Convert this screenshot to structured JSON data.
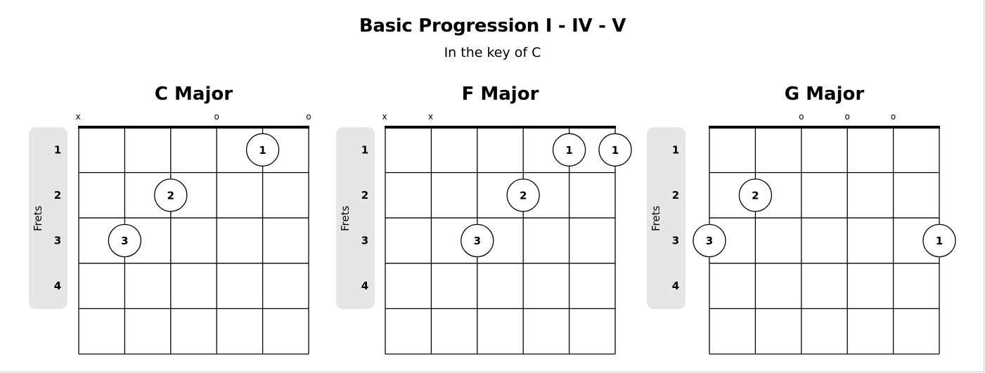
{
  "page": {
    "title": "Basic Progression I - IV - V",
    "subtitle": "In the key of C"
  },
  "colors": {
    "line": "#000000",
    "frets_panel": "#e6e6e6",
    "finger_fill": "#ffffff"
  },
  "frets_label": "Frets",
  "fret_numbers": [
    "1",
    "2",
    "3",
    "4"
  ],
  "chords": [
    {
      "name": "C Major",
      "string_markers": [
        {
          "string": 1,
          "symbol": "x"
        },
        {
          "string": 4,
          "symbol": "o"
        },
        {
          "string": 6,
          "symbol": "o"
        }
      ],
      "fingers": [
        {
          "string": 5,
          "fret": 1,
          "label": "1"
        },
        {
          "string": 3,
          "fret": 2,
          "label": "2"
        },
        {
          "string": 2,
          "fret": 3,
          "label": "3"
        }
      ]
    },
    {
      "name": "F Major",
      "string_markers": [
        {
          "string": 1,
          "symbol": "x"
        },
        {
          "string": 2,
          "symbol": "x"
        }
      ],
      "fingers": [
        {
          "string": 5,
          "fret": 1,
          "label": "1"
        },
        {
          "string": 6,
          "fret": 1,
          "label": "1"
        },
        {
          "string": 4,
          "fret": 2,
          "label": "2"
        },
        {
          "string": 3,
          "fret": 3,
          "label": "3"
        }
      ]
    },
    {
      "name": "G Major",
      "string_markers": [
        {
          "string": 3,
          "symbol": "o"
        },
        {
          "string": 4,
          "symbol": "o"
        },
        {
          "string": 5,
          "symbol": "o"
        }
      ],
      "fingers": [
        {
          "string": 2,
          "fret": 2,
          "label": "2"
        },
        {
          "string": 1,
          "fret": 3,
          "label": "3"
        },
        {
          "string": 6,
          "fret": 3,
          "label": "1"
        }
      ]
    }
  ]
}
